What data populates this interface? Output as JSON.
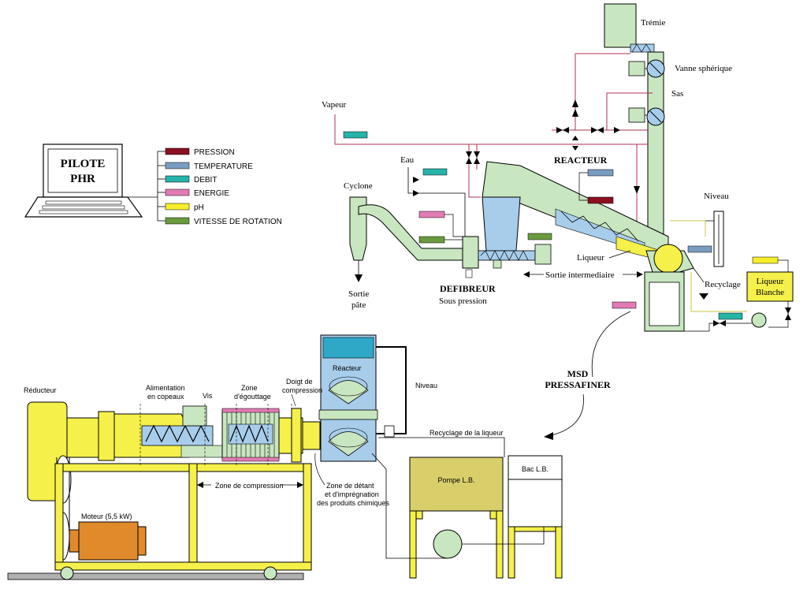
{
  "colors": {
    "pression": "#8B1020",
    "temperature": "#7A9CC0",
    "debit": "#26B3A8",
    "energie": "#E27BB4",
    "ph": "#F5EE2A",
    "vitesse": "#6A9A3C",
    "green": "#C8E6C0",
    "blue": "#A7CDEB",
    "yellow": "#F5F04A",
    "motor": "#E08A2C",
    "steam": "#B03050"
  },
  "pilot": {
    "line1": "PILOTE",
    "line2": "PHR"
  },
  "legend": [
    {
      "label": "PRESSION",
      "color": "#8B1020"
    },
    {
      "label": "TEMPERATURE",
      "color": "#7A9CC0"
    },
    {
      "label": "DEBIT",
      "color": "#26B3A8"
    },
    {
      "label": "ENERGIE",
      "color": "#E27BB4"
    },
    {
      "label": "pH",
      "color": "#F5EE2A"
    },
    {
      "label": "VITESSE DE ROTATION",
      "color": "#6A9A3C"
    }
  ],
  "top": {
    "tremie": "Trémie",
    "vanne": "Vanne sphérique",
    "sas": "Sas",
    "vapeur": "Vapeur",
    "eau": "Eau",
    "reacteur": "REACTEUR",
    "cyclone": "Cyclone",
    "niveau": "Niveau",
    "liqueur": "Liqueur",
    "defibreur": "DEFIBREUR",
    "sous_pression": "Sous pression",
    "sortie_inter": "Sortie intermediaire",
    "sortie1": "Sortie",
    "sortie2": "pâte",
    "recyclage": "Recyclage",
    "liqueur_blanche1": "Liqueur",
    "liqueur_blanche2": "Blanche",
    "msd1": "MSD",
    "msd2": "PRESSAFINER"
  },
  "bottom": {
    "reducteur": "Réducteur",
    "alim1": "Alimentation",
    "alim2": "en copeaux",
    "vis": "Vis",
    "zone_eg1": "Zone",
    "zone_eg2": "d'égouttage",
    "doigt1": "Doigt de",
    "doigt2": "compression",
    "reacteur": "Réacteur",
    "niveau": "Niveau",
    "recyclage": "Recyclage de la liqueur",
    "zone_comp": "Zone de compression",
    "detente1": "Zone de détant",
    "detente2": "et d'imprégnation",
    "detente3": "des produits chimiques",
    "pompe": "Pompe L.B.",
    "bac": "Bac L.B.",
    "moteur": "Moteur (5,5 kW)"
  }
}
